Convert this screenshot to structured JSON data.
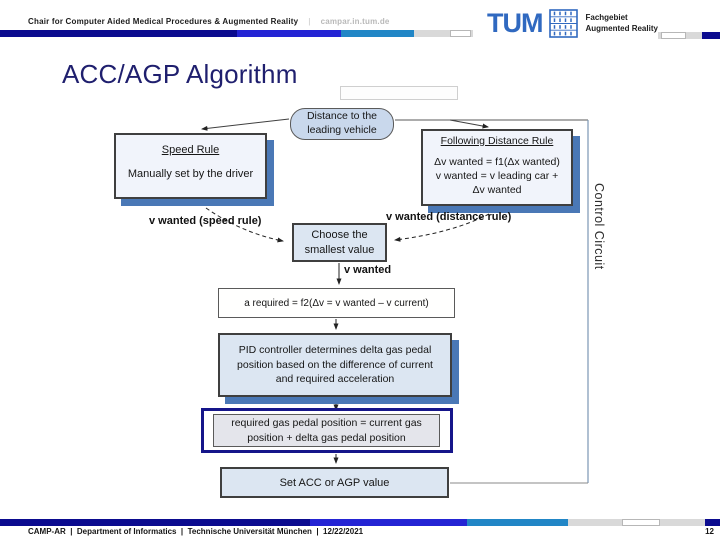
{
  "header": {
    "chair_label": "Chair for Computer Aided Medical Procedures & Augmented Reality",
    "separator": "|",
    "site_url": "campar.in.tum.de",
    "tum_wordmark": "TUM",
    "department_line1": "Fachgebiet",
    "department_line2": "Augmented Reality"
  },
  "slide": {
    "title": "ACC/AGP Algorithm"
  },
  "diagram": {
    "distance_node": {
      "line1": "Distance to the",
      "line2": "leading vehicle"
    },
    "speed_rule": {
      "title": "Speed Rule",
      "body": "Manually set by the driver"
    },
    "following_rule": {
      "title": "Following Distance Rule",
      "line1": "Δv wanted = f1(Δx wanted)",
      "line2": "v wanted = v leading car +",
      "line3": "Δv wanted"
    },
    "edge_label_speed": "v wanted (speed rule)",
    "edge_label_distance": "v wanted (distance rule)",
    "choose_node": {
      "line1": "Choose the",
      "line2": "smallest value"
    },
    "edge_label_v_wanted": "v wanted",
    "a_required_node": "a required = f2(Δv = v wanted – v current)",
    "pid_node": "PID controller determines delta gas pedal position based on the difference of current and required acceleration",
    "required_gas_node": "required gas pedal position = current gas position + delta gas pedal position",
    "set_value_node": "Set ACC or AGP value",
    "control_circuit_label": "Control Circuit"
  },
  "footer": {
    "text": "CAMP-AR  |  Department of Informatics  |  Technische Universität München  |  12/22/2021",
    "page_number": "12"
  },
  "colors": {
    "navy_bar": "#0b0b8f",
    "bright_blue_bar": "#2424d4",
    "cyan_bar": "#2186c6",
    "gray_bar": "#d9d9d9",
    "tum_blue": "#3069c0",
    "box_shadow_blue": "#4a78b6",
    "highlight_border_navy": "#15158a",
    "title_navy": "#1f1f6e"
  }
}
